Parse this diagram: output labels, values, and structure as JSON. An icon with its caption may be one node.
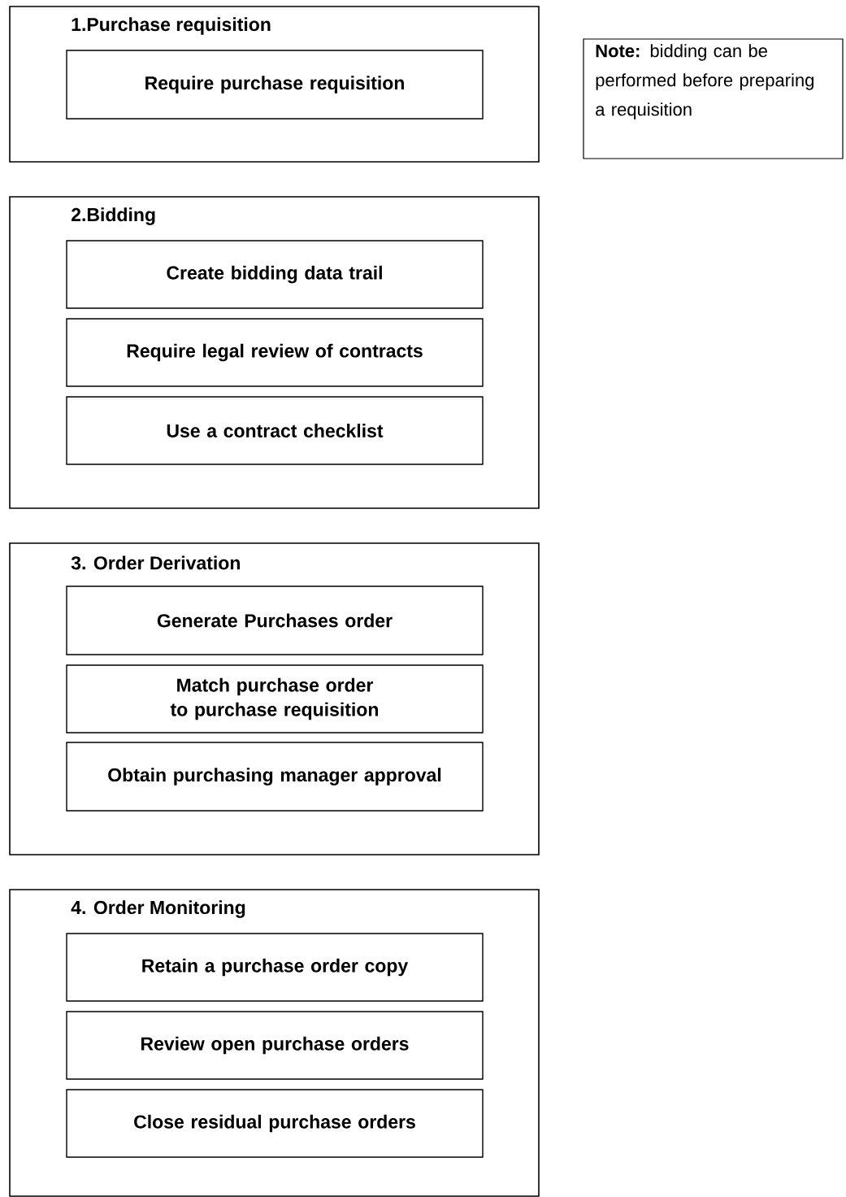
{
  "diagram": {
    "nodes": [
      {
        "text": [
          "1.Purchase requisition"
        ]
      },
      {
        "text": [
          "Require purchase requisition"
        ],
        "in": 0
      },
      {
        "text": [
          "2.Bidding"
        ]
      },
      {
        "text": [
          "Create bidding data trail"
        ],
        "in": 2
      },
      {
        "text": [
          "Require legal review of contracts"
        ],
        "in": 2
      },
      {
        "text": [
          "Use a contract checklist"
        ],
        "in": 2
      },
      {
        "text": [
          "3. Order Derivation"
        ]
      },
      {
        "text": [
          "Generate Purchases order"
        ],
        "in": 6
      },
      {
        "text": [
          "Match purchase order to purchase requisition"
        ],
        "in": 6
      },
      {
        "text": [
          "Obtain purchasing manager approval"
        ],
        "in": 6
      },
      {
        "text": [
          "4. Order Monitoring"
        ]
      },
      {
        "text": [
          "Retain a purchase order copy"
        ],
        "in": 10
      },
      {
        "text": [
          "Review open purchase orders"
        ],
        "in": 10
      },
      {
        "text": [
          "Close residual purchase orders"
        ],
        "in": 10
      },
      {
        "text": [
          "**Note:** bidding can be performed before preparing a requisition"
        ]
      }
    ],
    "edges": []
  }
}
